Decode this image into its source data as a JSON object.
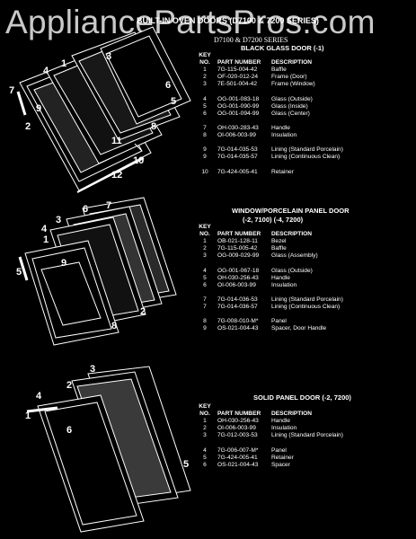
{
  "watermark": "AppliancePartsPros.com",
  "header": {
    "title": "BUILT-IN OVEN DOORS (D7100 & 7200 SERIES)",
    "series": "D7100 & D7200 SERIES"
  },
  "table_headers": {
    "key_line1": "KEY",
    "key_line2": "NO.",
    "part_number": "PART NUMBER",
    "description": "DESCRIPTION"
  },
  "sections": [
    {
      "title": "BLACK GLASS DOOR (-1)",
      "rows": [
        {
          "no": "1",
          "pn": "7G-115-004-42",
          "desc": "Baffle"
        },
        {
          "no": "2",
          "pn": "OF-020-012-24",
          "desc": "Frame (Door)"
        },
        {
          "no": "3",
          "pn": "7E-501-004-42",
          "desc": "Frame (Window)"
        },
        {
          "no": "",
          "pn": "",
          "desc": ""
        },
        {
          "no": "4",
          "pn": "OG-001-083-18",
          "desc": "Glass (Outside)"
        },
        {
          "no": "5",
          "pn": "OG-001-090-99",
          "desc": "Glass (Inside)"
        },
        {
          "no": "6",
          "pn": "OG-001-094-99",
          "desc": "Glass (Center)"
        },
        {
          "no": "",
          "pn": "",
          "desc": ""
        },
        {
          "no": "7",
          "pn": "OH-030-283-43",
          "desc": "Handle"
        },
        {
          "no": "8",
          "pn": "OI-006-003-99",
          "desc": "Insulation"
        },
        {
          "no": "",
          "pn": "",
          "desc": ""
        },
        {
          "no": "9",
          "pn": "7G-014-035-53",
          "desc": "Lining (Standard Porcelain)"
        },
        {
          "no": "9",
          "pn": "7G-014-035-57",
          "desc": "Lining (Continuous Clean)"
        },
        {
          "no": "",
          "pn": "",
          "desc": ""
        },
        {
          "no": "10",
          "pn": "7G-424-005-41",
          "desc": "Retainer"
        }
      ]
    },
    {
      "title": "WINDOW/PORCELAIN PANEL DOOR",
      "subtitle": "(-2, 7100) (-4, 7200)",
      "rows": [
        {
          "no": "1",
          "pn": "OB-021-128-11",
          "desc": "Bezel"
        },
        {
          "no": "2",
          "pn": "7G-115-005-42",
          "desc": "Baffle"
        },
        {
          "no": "3",
          "pn": "OG-009-029-99",
          "desc": "Glass (Assembly)"
        },
        {
          "no": "",
          "pn": "",
          "desc": ""
        },
        {
          "no": "4",
          "pn": "OG-001-067-18",
          "desc": "Glass (Outside)"
        },
        {
          "no": "5",
          "pn": "OH-030-256-43",
          "desc": "Handle"
        },
        {
          "no": "6",
          "pn": "OI-006-003-99",
          "desc": "Insulation"
        },
        {
          "no": "",
          "pn": "",
          "desc": ""
        },
        {
          "no": "7",
          "pn": "7G-014-036-53",
          "desc": "Lining (Standard Porcelain)"
        },
        {
          "no": "7",
          "pn": "7G-014-036-57",
          "desc": "Lining (Continuous Clean)"
        },
        {
          "no": "",
          "pn": "",
          "desc": ""
        },
        {
          "no": "8",
          "pn": "7G-008-010-M*",
          "desc": "Panel"
        },
        {
          "no": "9",
          "pn": "OS-021-004-43",
          "desc": "Spacer, Door Handle"
        }
      ]
    },
    {
      "title": "SOLID PANEL DOOR (-2, 7200)",
      "rows": [
        {
          "no": "1",
          "pn": "OH-030-256-43",
          "desc": "Handle"
        },
        {
          "no": "2",
          "pn": "OI-006-003-99",
          "desc": "Insulation"
        },
        {
          "no": "3",
          "pn": "7G-012-003-53",
          "desc": "Lining (Standard Porcelain)"
        },
        {
          "no": "",
          "pn": "",
          "desc": ""
        },
        {
          "no": "4",
          "pn": "7G-006-007-M*",
          "desc": "Panel"
        },
        {
          "no": "5",
          "pn": "7G-424-005-41",
          "desc": "Retainer"
        },
        {
          "no": "6",
          "pn": "OS-021-004-43",
          "desc": "Spacer"
        }
      ]
    }
  ],
  "callouts": {
    "d1": [
      "3",
      "1",
      "4",
      "6",
      "5",
      "7",
      "9",
      "2",
      "11",
      "8",
      "10",
      "12"
    ],
    "d2": [
      "6",
      "7",
      "3",
      "4",
      "1",
      "9",
      "5",
      "8",
      "2"
    ],
    "d3": [
      "3",
      "2",
      "4",
      "1",
      "6",
      "5"
    ]
  }
}
